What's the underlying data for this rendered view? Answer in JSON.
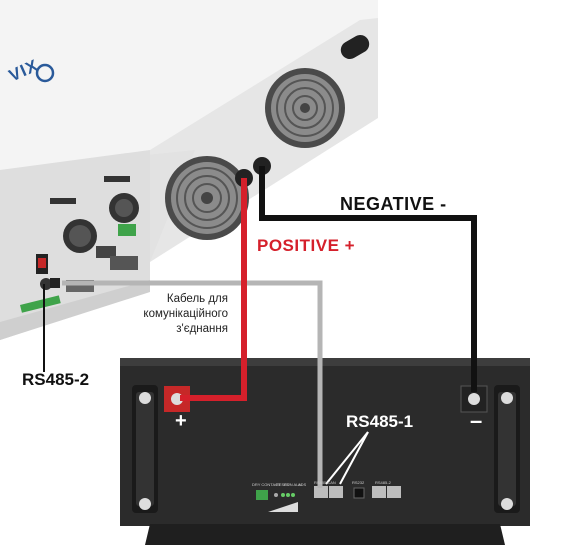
{
  "labels": {
    "negative": "NEGATIVE -",
    "positive": "POSITIVE +",
    "cable_line1": "Кабель для",
    "cable_line2": "комунікаційного",
    "cable_line3": "з'єднання",
    "rs485_2": "RS485-2",
    "rs485_1": "RS485-1",
    "battery_plus": "+",
    "battery_minus": "–",
    "logo": "VIX"
  },
  "panel_text": {
    "dry_contact": "DRY CONTACT",
    "reset": "RESET",
    "run_alm": "RUN ALM",
    "ads": "ADS",
    "rs485_can": "RS485/CAN",
    "rs232": "RS232",
    "rs485_2": "RS485-2"
  },
  "colors": {
    "negative_cable": "#111111",
    "positive_cable": "#d5202b",
    "communication_cable": "#b5b5b5",
    "battery_body": "#2b2b2b",
    "inverter_body": "#ececec"
  }
}
